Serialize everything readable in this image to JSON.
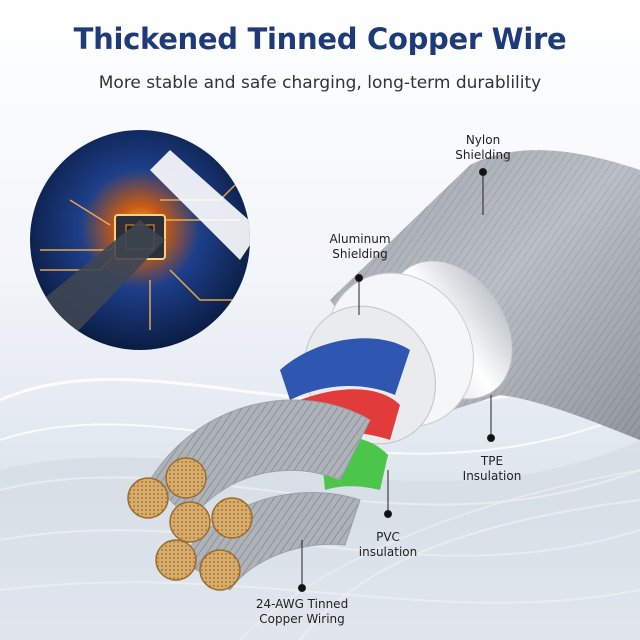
{
  "header": {
    "title": "Thickened Tinned Copper Wire",
    "subtitle": "More stable and safe charging, long-term durablility"
  },
  "callouts": {
    "nylon": {
      "line1": "Nylon",
      "line2": "Shielding"
    },
    "aluminum": {
      "line1": "Aluminum",
      "line2": "Shielding"
    },
    "tpe": {
      "line1": "TPE",
      "line2": "Insulation"
    },
    "pvc": {
      "line1": "PVC",
      "line2": "insulation"
    },
    "copper": {
      "line1": "24-AWG Tinned",
      "line2": "Copper Wiring"
    }
  },
  "colors": {
    "title": "#1e3a78",
    "wire_blue": "#2f56b0",
    "wire_red": "#e23b3b",
    "wire_green": "#4cc64a",
    "copper": "#c89a5a",
    "circuit_glow": "#ff9a1f"
  }
}
